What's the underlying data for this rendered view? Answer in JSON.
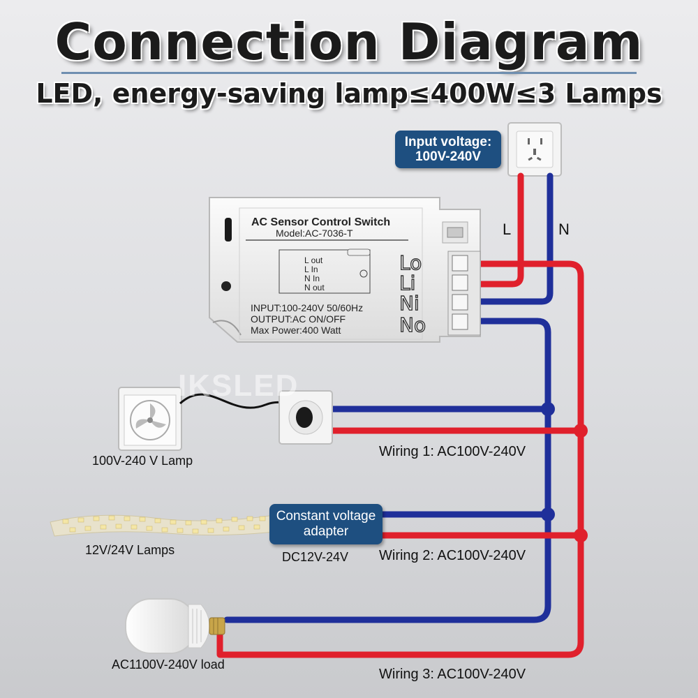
{
  "title": "Connection Diagram",
  "subtitle": "LED, energy-saving lamp≤400W≤3 Lamps",
  "input_voltage": {
    "line1": "Input voltage:",
    "line2": "100V-240V"
  },
  "mains_labels": {
    "live": "L",
    "neutral": "N"
  },
  "switch": {
    "name": "AC Sensor Control Switch",
    "model": "Model:AC-7036-T",
    "schematic_pins": [
      "L out",
      "L  In",
      "N  In",
      "N out"
    ],
    "specs": [
      "INPUT:100-240V 50/60Hz",
      "OUTPUT:AC ON/OFF",
      "Max Power:400 Watt"
    ],
    "terminals": [
      "Lo",
      "Li",
      "Ni",
      "No"
    ]
  },
  "watermark": "IKSLED",
  "loads": {
    "fan_lamp_label": "100V-240 V Lamp",
    "strip_label": "12V/24V Lamps",
    "adapter": {
      "line1": "Constant voltage",
      "line2": "adapter",
      "output": "DC12V-24V"
    },
    "bulb_label": "AC1100V-240V load"
  },
  "wirings": [
    "Wiring 1: AC100V-240V",
    "Wiring 2: AC100V-240V",
    "Wiring 3: AC100V-240V"
  ],
  "colors": {
    "live_wire": "#e0202c",
    "neutral_wire": "#1f2f9a",
    "badge": "#1e4f80"
  }
}
